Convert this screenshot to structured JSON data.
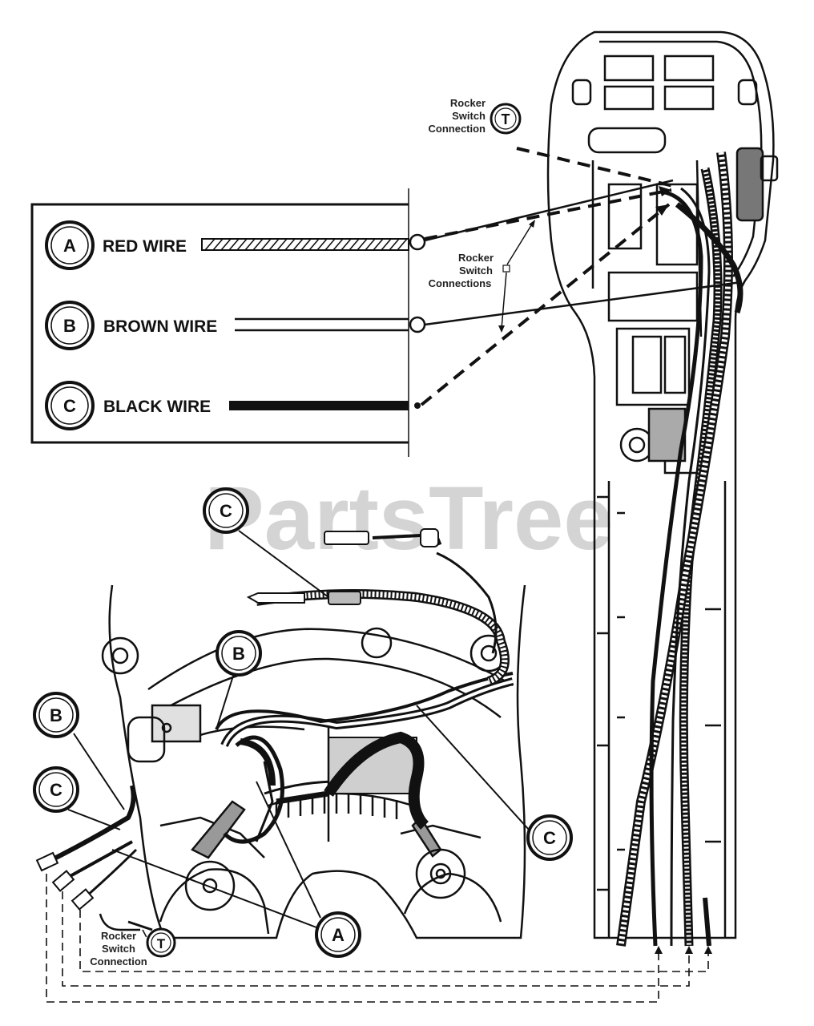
{
  "legend": {
    "items": [
      {
        "letter": "A",
        "label": "RED WIRE"
      },
      {
        "letter": "B",
        "label": "BROWN WIRE"
      },
      {
        "letter": "C",
        "label": "BLACK WIRE"
      }
    ]
  },
  "annotations": {
    "rocker_top": [
      "Rocker",
      "Switch",
      "Connection"
    ],
    "rocker_mid": [
      "Rocker",
      "Switch",
      "Connections"
    ],
    "rocker_bottom": [
      "Rocker",
      "Switch",
      "Connection"
    ],
    "terminal_letter": "T"
  },
  "callouts": {
    "a": "A",
    "b": "B",
    "c": "C"
  },
  "watermark": "PartsTree",
  "colors": {
    "ink": "#111111",
    "watermark": "#d4d4d4"
  }
}
